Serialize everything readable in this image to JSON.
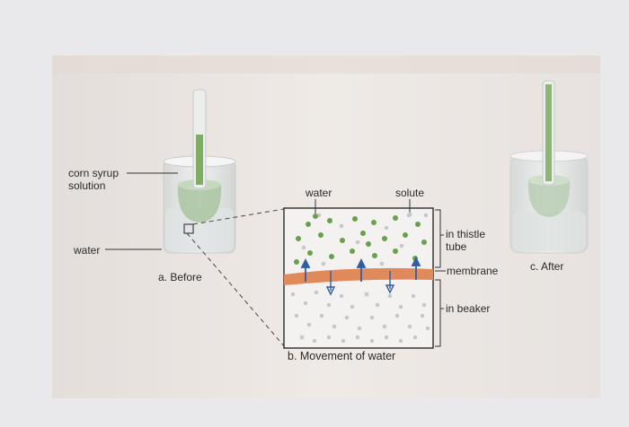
{
  "labels": {
    "corn_syrup_line1": "corn syrup",
    "corn_syrup_line2": "solution",
    "water_left": "water",
    "before": "a. Before",
    "water_top": "water",
    "solute_top": "solute",
    "thistle_line1": "in thistle",
    "thistle_line2": "tube",
    "membrane": "membrane",
    "in_beaker": "in beaker",
    "after": "c. After",
    "movement": "b. Movement of water"
  },
  "colors": {
    "syrup_green": "#7fae63",
    "solute_dot": "#6aa04c",
    "water_dot": "#c7c8cc",
    "membrane_orange": "#e08a5c",
    "arrow_blue": "#2f5fa0",
    "paper": "#ece7e3"
  }
}
